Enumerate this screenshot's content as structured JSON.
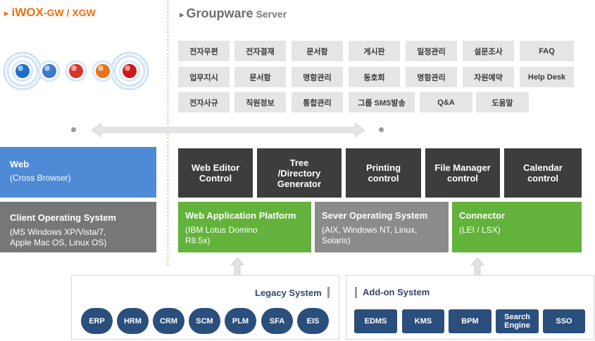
{
  "header": {
    "brand": "iWOX",
    "brand_suffix": "-GW / XGW",
    "groupware_title": "Groupware",
    "groupware_suffix": "Server"
  },
  "browsers": [
    {
      "icon": "internet-explorer-icon",
      "color": "#1f6fc6"
    },
    {
      "icon": "safari-icon",
      "color": "#3d7ac8"
    },
    {
      "icon": "chrome-icon",
      "color": "#d9352b"
    },
    {
      "icon": "firefox-icon",
      "color": "#e8731f"
    },
    {
      "icon": "opera-icon",
      "color": "#cc1a1a"
    }
  ],
  "modules": {
    "row1": [
      "전자우편",
      "전자결재",
      "문서함",
      "게시판",
      "일정관리",
      "설문조사",
      "FAQ"
    ],
    "row2": [
      "업무지시",
      "문서함",
      "명함관리",
      "동호회",
      "명함관리",
      "자원예약",
      "Help Desk"
    ],
    "row3": [
      "전자사규",
      "직원정보",
      "통합관리",
      "그룹 SMS발송",
      "Q&A",
      "도움말"
    ]
  },
  "controls": [
    "Web Editor\nControl",
    "Tree\n/Directory\nGenerator",
    "Printing\ncontrol",
    "File Manager\ncontrol",
    "Calendar\ncontrol"
  ],
  "left_blocks": {
    "web": {
      "title": "Web",
      "sub": "(Cross Browser)"
    },
    "client_os": {
      "title": "Client Operating System",
      "sub": "(MS Windows XP/Vista/7,\nApple Mac OS, Linux OS)"
    }
  },
  "platform_blocks": {
    "web_app": {
      "title": "Web Application Platform",
      "sub": "(IBM Lotus Domino\nR8.5x)"
    },
    "server_os": {
      "title": "Sever Operating System",
      "sub": "(AIX, Windows NT, Linux,\nSolaris)"
    },
    "connector": {
      "title": "Connector",
      "sub": "(LEI / LSX)"
    }
  },
  "legacy": {
    "title": "Legacy System",
    "items": [
      "ERP",
      "HRM",
      "CRM",
      "SCM",
      "PLM",
      "SFA",
      "EIS"
    ]
  },
  "addon": {
    "title": "Add-on System",
    "items": [
      "EDMS",
      "KMS",
      "BPM",
      "Search\nEngine",
      "SSO"
    ]
  },
  "colors": {
    "brand_orange": "#ef6d12",
    "web_blue": "#4f8ad6",
    "platform_green": "#63b23b",
    "control_dark": "#3d3d3d",
    "system_navy": "#2a4f7c",
    "module_gray": "#e5e5e5"
  }
}
